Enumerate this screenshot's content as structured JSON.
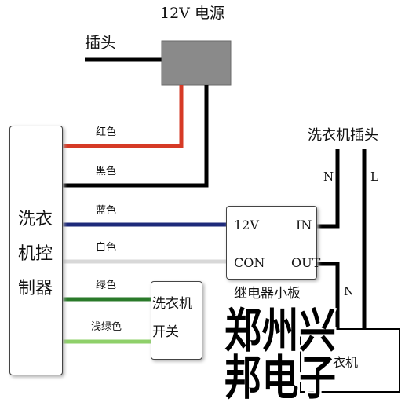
{
  "power": {
    "title": "12V 电源"
  },
  "plug": {
    "label": "插头"
  },
  "controller": {
    "line1": "洗衣",
    "line2": "机控",
    "line3": "制器"
  },
  "wires": {
    "red": {
      "label": "红色",
      "color": "#d63a26"
    },
    "black": {
      "label": "黑色",
      "color": "#000000"
    },
    "blue": {
      "label": "蓝色",
      "color": "#1e2a7a"
    },
    "white": {
      "label": "白色",
      "color": "#d8d8d8"
    },
    "green": {
      "label": "绿色",
      "color": "#2a7a2a"
    },
    "lightgreen": {
      "label": "浅绿色",
      "color": "#8fd06a"
    }
  },
  "relay": {
    "in_12v": "12V",
    "con": "CON",
    "in": "IN",
    "out": "OUT",
    "caption": "继电器小板"
  },
  "washer_plug": {
    "title": "洗衣机插头",
    "n": "N",
    "l": "L",
    "n2": "N"
  },
  "switch": {
    "line1": "洗衣机",
    "line2": "开关"
  },
  "washer": {
    "label_partial": "衣机"
  },
  "watermark": {
    "text": "郑州兴邦电子"
  }
}
